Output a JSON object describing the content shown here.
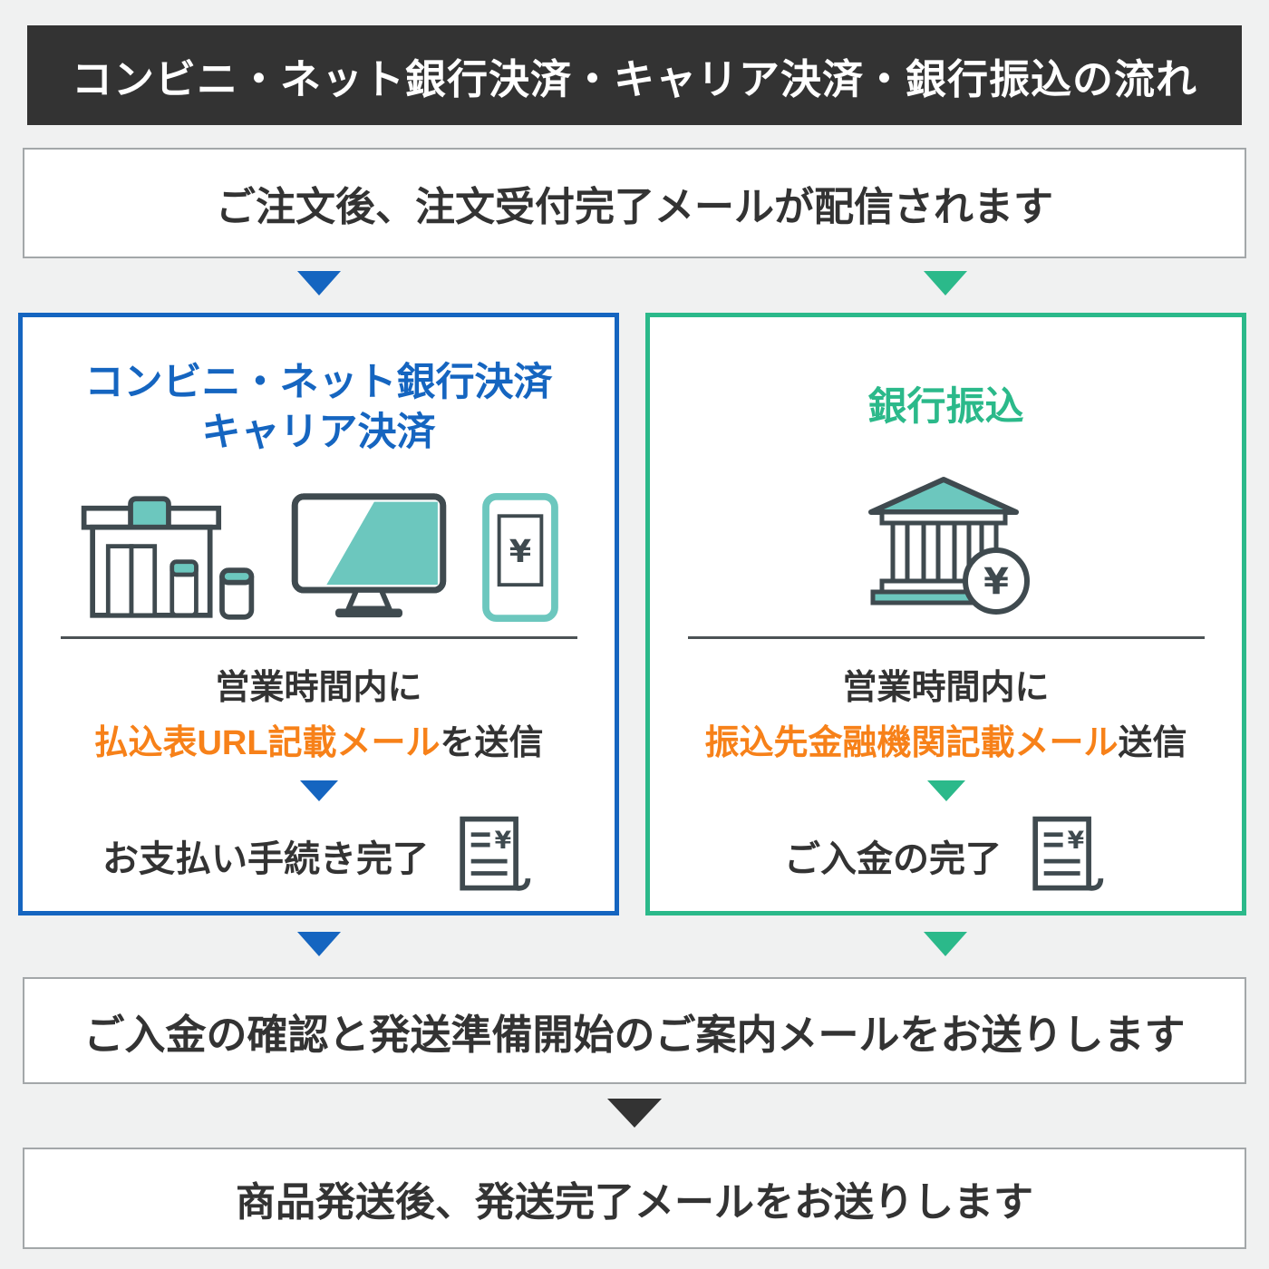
{
  "header": {
    "title": "コンビニ・ネット銀行決済・キャリア決済・銀行振込の流れ"
  },
  "steps": {
    "order": {
      "text": "ご注文後、注文受付完了メールが配信されます"
    },
    "payment_confirmed": {
      "text": "ご入金の確認と発送準備開始のご案内メールをお送りします"
    },
    "shipped": {
      "text": "商品発送後、発送完了メールをお送りします"
    }
  },
  "panels": {
    "left": {
      "title_line1": "コンビニ・ネット銀行決済",
      "title_line2": "キャリア決済",
      "schedule": "営業時間内に",
      "mail_highlight": "払込表URL記載メール",
      "mail_suffix": "を送信",
      "complete": "お支払い手続き完了"
    },
    "right": {
      "title": "銀行振込",
      "schedule": "営業時間内に",
      "mail_highlight": "振込先金融機関記載メール",
      "mail_suffix": "送信",
      "complete": "ご入金の完了"
    }
  },
  "icons": {
    "yen": "¥"
  },
  "colors": {
    "blue": "#1565c0",
    "green": "#2bb98a",
    "orange": "#f78119",
    "dark": "#333333",
    "teal": "#6cc7be",
    "background": "#f0f1f1"
  }
}
